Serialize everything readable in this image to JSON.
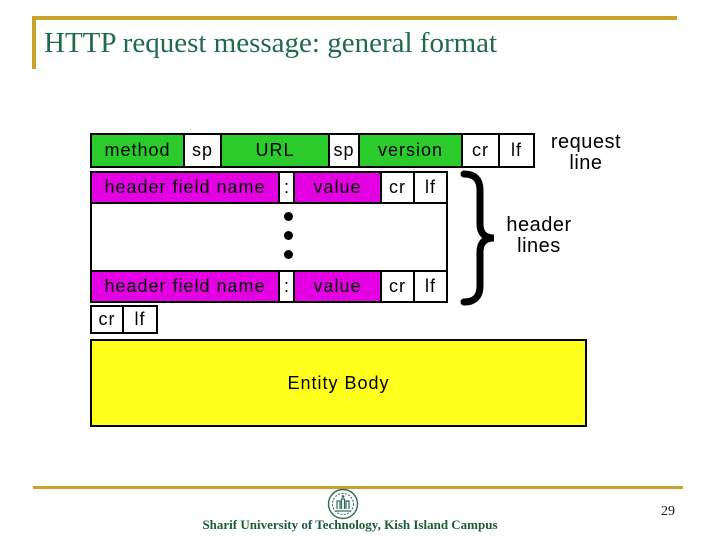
{
  "title": "HTTP request message: general format",
  "diagram": {
    "request_line_row": {
      "cells": [
        {
          "label": "method",
          "color": "green"
        },
        {
          "label": "sp",
          "color": "white"
        },
        {
          "label": "URL",
          "color": "green"
        },
        {
          "label": "sp",
          "color": "white"
        },
        {
          "label": "version",
          "color": "green"
        },
        {
          "label": "cr",
          "color": "white"
        },
        {
          "label": "lf",
          "color": "white"
        }
      ]
    },
    "header_row_1": {
      "cells": [
        {
          "label": "header field name",
          "color": "magenta"
        },
        {
          "label": ":",
          "color": "white"
        },
        {
          "label": "value",
          "color": "magenta"
        },
        {
          "label": "cr",
          "color": "white"
        },
        {
          "label": "lf",
          "color": "white"
        }
      ]
    },
    "header_row_2": {
      "cells": [
        {
          "label": "header field name",
          "color": "magenta"
        },
        {
          "label": ":",
          "color": "white"
        },
        {
          "label": "value",
          "color": "magenta"
        },
        {
          "label": "cr",
          "color": "white"
        },
        {
          "label": "lf",
          "color": "white"
        }
      ]
    },
    "final_crlf_row": {
      "cells": [
        {
          "label": "cr",
          "color": "white"
        },
        {
          "label": "lf",
          "color": "white"
        }
      ]
    },
    "entity_body_label": "Entity Body",
    "request_line_label": {
      "line1": "request",
      "line2": "line"
    },
    "header_lines_label": {
      "line1": "header",
      "line2": "lines"
    }
  },
  "footer": {
    "institution": "Sharif University of Technology, Kish Island Campus",
    "page_number": "29",
    "logo": "sharif-university-seal"
  },
  "colors": {
    "box_green": "#2BCB2B",
    "box_magenta": "#E300E3",
    "entity_body_yellow": "#FFFF1E",
    "accent_gold": "#C8A22D",
    "title_green": "#1F6B4A",
    "footer_green": "#1C5C3C",
    "border_black": "#000000"
  }
}
